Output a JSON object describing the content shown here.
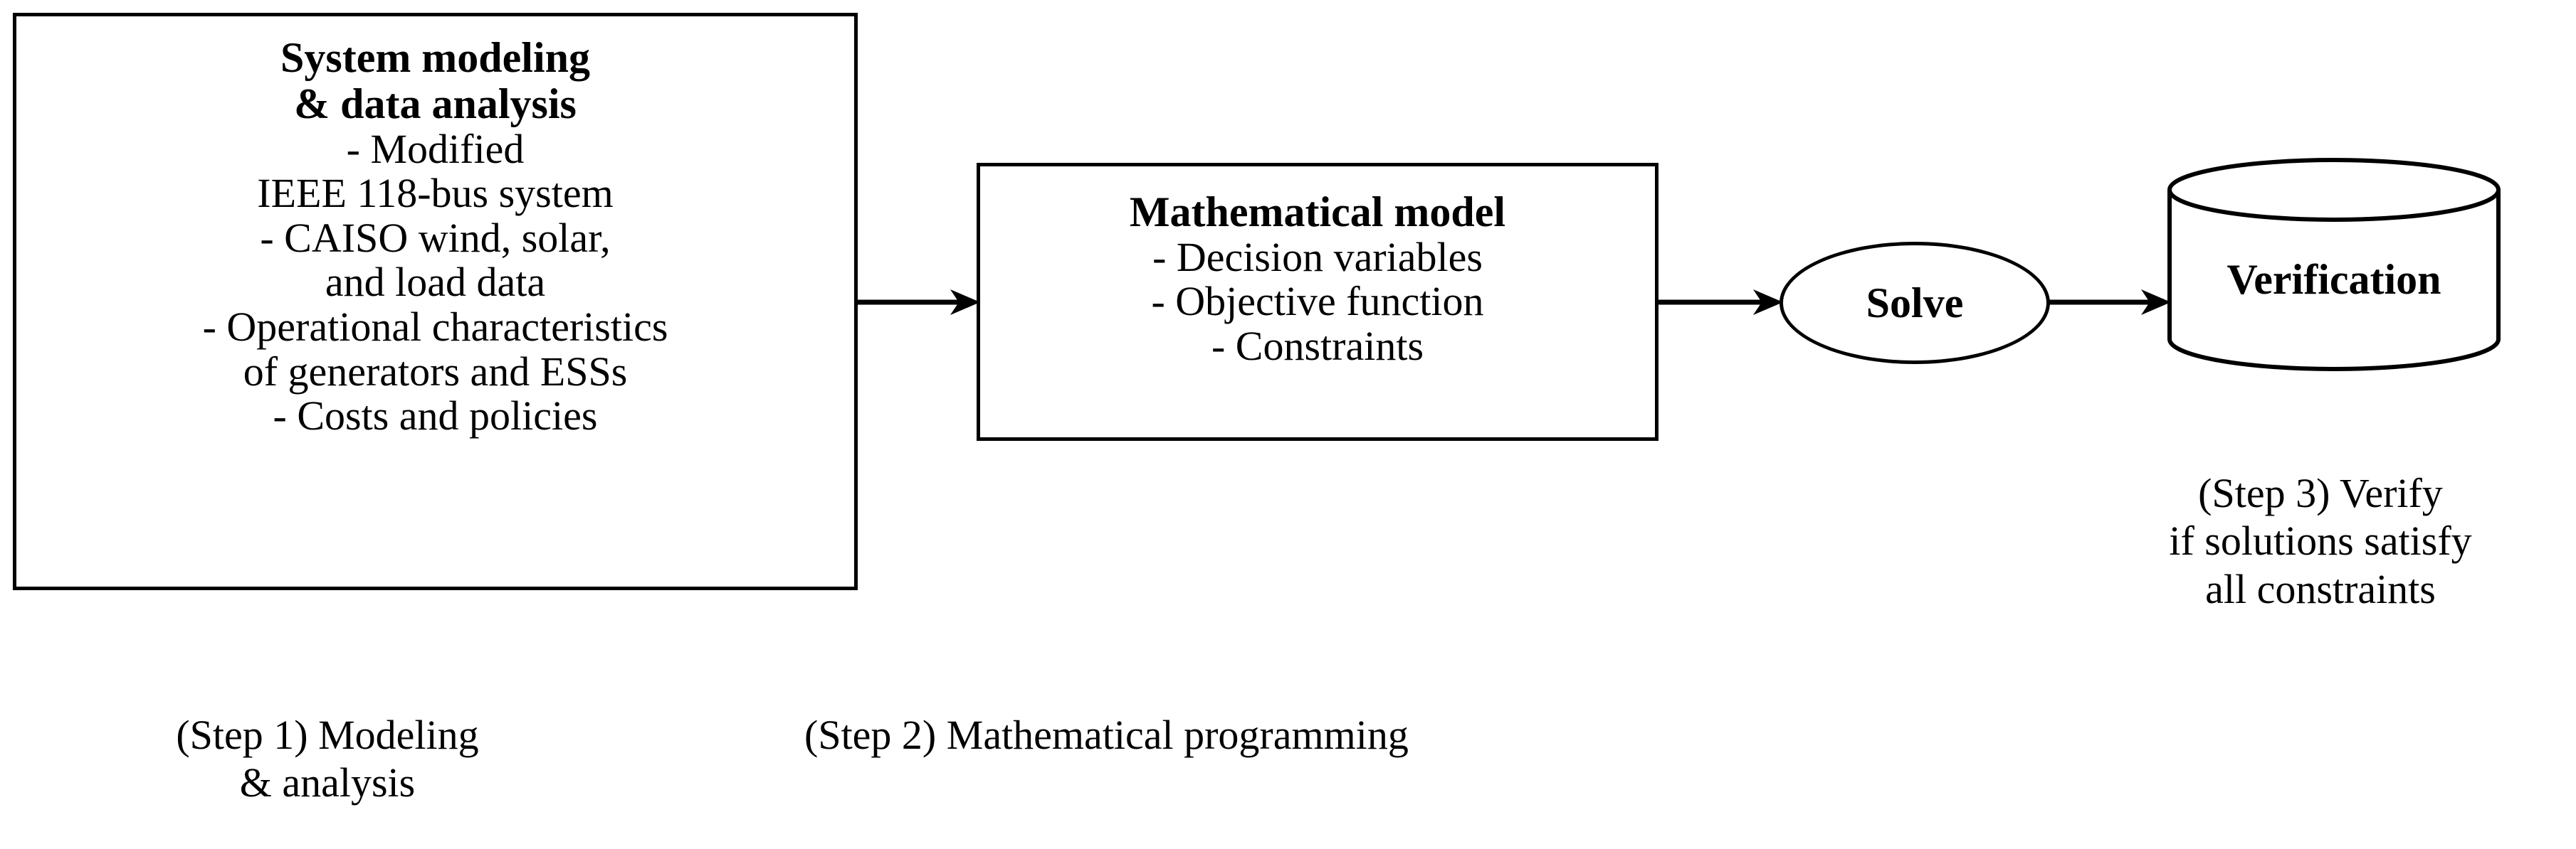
{
  "diagram": {
    "title": "Three-step research framework flowchart",
    "stroke_color": "#000000",
    "background_color": "#ffffff"
  },
  "nodes": {
    "modeling_box": {
      "shape": "rectangle",
      "heading_lines": [
        "System modeling",
        "& data analysis"
      ],
      "body_lines": [
        "- Modified",
        "IEEE 118-bus system",
        "- CAISO wind, solar,",
        "and load data",
        "- Operational characteristics",
        "of generators and ESSs",
        "- Costs and policies"
      ]
    },
    "math_box": {
      "shape": "rectangle",
      "heading_lines": [
        "Mathematical model"
      ],
      "body_lines": [
        "- Decision variables",
        "- Objective function",
        "- Constraints"
      ]
    },
    "solve_node": {
      "shape": "ellipse",
      "label": "Solve"
    },
    "verification_node": {
      "shape": "cylinder",
      "label": "Verification"
    }
  },
  "arrows": [
    {
      "name": "modeling-to-math",
      "from": "modeling_box",
      "to": "math_box"
    },
    {
      "name": "math-to-solve",
      "from": "math_box",
      "to": "solve_node"
    },
    {
      "name": "solve-to-verification",
      "from": "solve_node",
      "to": "verification_node"
    }
  ],
  "captions": {
    "step1": "(Step 1) Modeling\n& analysis",
    "step2": "(Step 2) Mathematical  programming",
    "step3": "(Step 3) Verify\nif solutions satisfy\nall constraints"
  }
}
